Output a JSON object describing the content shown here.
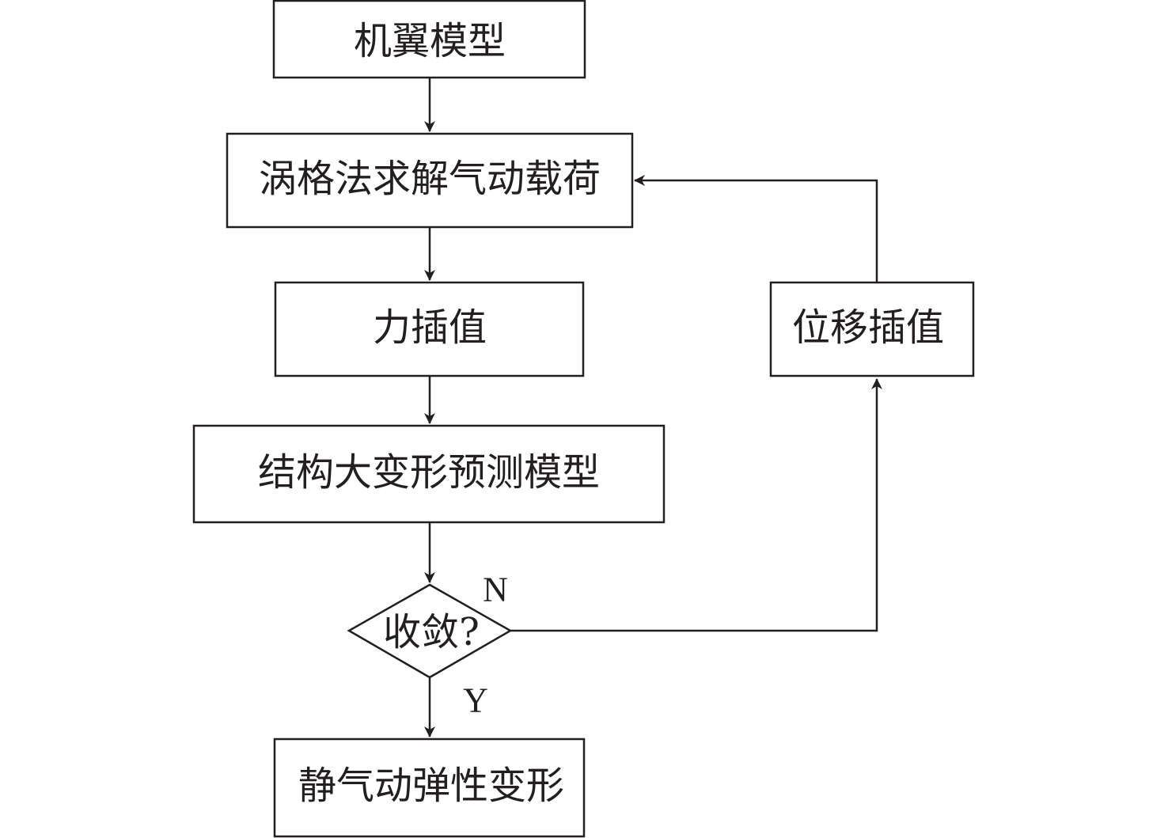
{
  "nodes": {
    "wing_model": "机翼模型",
    "vortex_lattice": "涡格法求解气动载荷",
    "force_interp": "力插值",
    "structure_model": "结构大变形预测模型",
    "converged": "收敛?",
    "result": "静气动弹性变形",
    "disp_interp": "位移插值"
  },
  "branches": {
    "no": "N",
    "yes": "Y"
  },
  "colors": {
    "stroke": "#231f20",
    "fill": "#ffffff"
  }
}
